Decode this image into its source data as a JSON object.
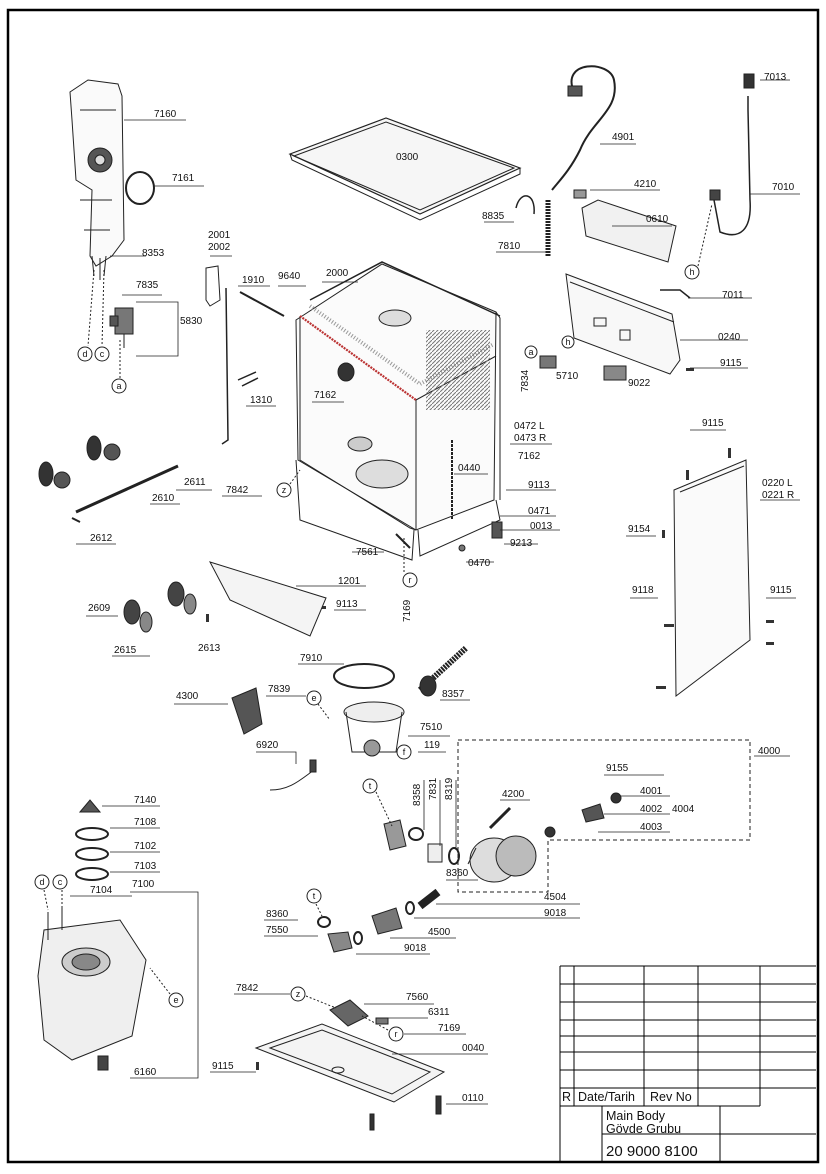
{
  "title_block": {
    "r_label": "R",
    "date_label": "Date/Tarih",
    "rev_label": "Rev No",
    "title_line1": "Main Body",
    "title_line2": "Gövde Grubu",
    "drawing_number": "20 9000 8100"
  },
  "callouts": [
    {
      "text": "7160"
    },
    {
      "text": "7161"
    },
    {
      "text": "8353"
    },
    {
      "text": "7835"
    },
    {
      "text": "5830"
    },
    {
      "text": "2001"
    },
    {
      "text": "2002"
    },
    {
      "text": "1910"
    },
    {
      "text": "9640"
    },
    {
      "text": "2000"
    },
    {
      "text": "0300"
    },
    {
      "text": "4901"
    },
    {
      "text": "7013"
    },
    {
      "text": "4210"
    },
    {
      "text": "7010"
    },
    {
      "text": "8835"
    },
    {
      "text": "0610"
    },
    {
      "text": "7810"
    },
    {
      "text": "7011"
    },
    {
      "text": "0240"
    },
    {
      "text": "9115"
    },
    {
      "text": "5710"
    },
    {
      "text": "9022"
    },
    {
      "text": "7834"
    },
    {
      "text": "7162"
    },
    {
      "text": "1310"
    },
    {
      "text": "0472 L"
    },
    {
      "text": "0473 R"
    },
    {
      "text": "7162"
    },
    {
      "text": "0440"
    },
    {
      "text": "9113"
    },
    {
      "text": "0471"
    },
    {
      "text": "0013"
    },
    {
      "text": "9213"
    },
    {
      "text": "0470"
    },
    {
      "text": "2611"
    },
    {
      "text": "2610"
    },
    {
      "text": "2612"
    },
    {
      "text": "7842"
    },
    {
      "text": "7561"
    },
    {
      "text": "9115"
    },
    {
      "text": "0220 L"
    },
    {
      "text": "0221 R"
    },
    {
      "text": "9154"
    },
    {
      "text": "9118"
    },
    {
      "text": "9115"
    },
    {
      "text": "1201"
    },
    {
      "text": "9113"
    },
    {
      "text": "7169"
    },
    {
      "text": "2609"
    },
    {
      "text": "2615"
    },
    {
      "text": "2613"
    },
    {
      "text": "7910"
    },
    {
      "text": "8357"
    },
    {
      "text": "4300"
    },
    {
      "text": "7839"
    },
    {
      "text": "7510"
    },
    {
      "text": "119"
    },
    {
      "text": "6920"
    },
    {
      "text": "4000"
    },
    {
      "text": "9155"
    },
    {
      "text": "4001"
    },
    {
      "text": "4002"
    },
    {
      "text": "4004"
    },
    {
      "text": "4003"
    },
    {
      "text": "4200"
    },
    {
      "text": "8358"
    },
    {
      "text": "7831"
    },
    {
      "text": "8319"
    },
    {
      "text": "7140"
    },
    {
      "text": "7108"
    },
    {
      "text": "7102"
    },
    {
      "text": "7103"
    },
    {
      "text": "7104"
    },
    {
      "text": "7100"
    },
    {
      "text": "8360"
    },
    {
      "text": "4504"
    },
    {
      "text": "8360"
    },
    {
      "text": "9018"
    },
    {
      "text": "7550"
    },
    {
      "text": "4500"
    },
    {
      "text": "9018"
    },
    {
      "text": "6160"
    },
    {
      "text": "7842"
    },
    {
      "text": "7560"
    },
    {
      "text": "6311"
    },
    {
      "text": "7169"
    },
    {
      "text": "0040"
    },
    {
      "text": "9115"
    },
    {
      "text": "0110"
    }
  ],
  "markers": [
    {
      "text": "d"
    },
    {
      "text": "c"
    },
    {
      "text": "a"
    },
    {
      "text": "a"
    },
    {
      "text": "h"
    },
    {
      "text": "h"
    },
    {
      "text": "z"
    },
    {
      "text": "r"
    },
    {
      "text": "e"
    },
    {
      "text": "f"
    },
    {
      "text": "t"
    },
    {
      "text": "t"
    },
    {
      "text": "d"
    },
    {
      "text": "c"
    },
    {
      "text": "e"
    },
    {
      "text": "z"
    },
    {
      "text": "r"
    }
  ]
}
